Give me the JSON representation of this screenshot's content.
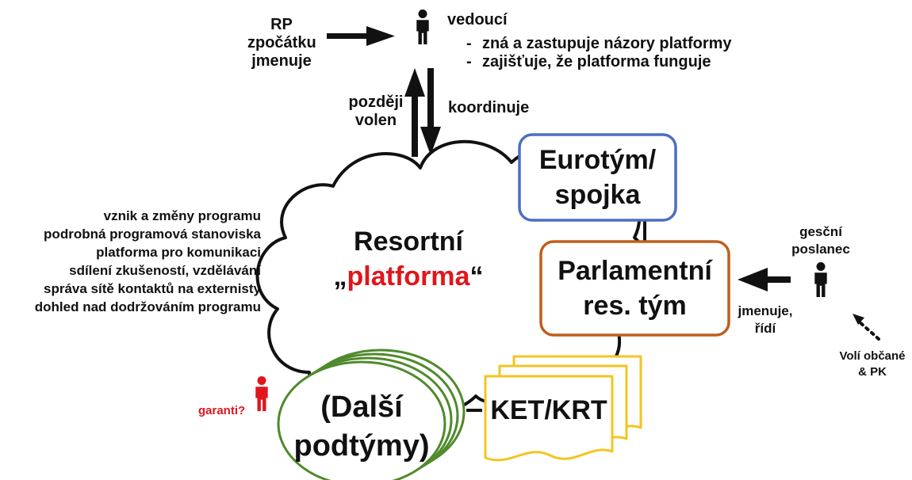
{
  "colors": {
    "eurotym_border": "#4a6fc0",
    "parlament_border": "#bf5e1b",
    "podtymy_border": "#4f8a2b",
    "ket_border": "#f3c521",
    "highlight_red": "#e0161c",
    "person_black": "#111111",
    "person_red": "#e0161c"
  },
  "icons": [
    "person-icon",
    "arrow-right-icon",
    "arrow-up-icon",
    "arrow-down-icon",
    "arrow-left-icon",
    "dotted-arrow-icon"
  ],
  "top": {
    "rp_lines": [
      "RP",
      "zpočátku",
      "jmenuje"
    ],
    "leader_title": "vedoucí",
    "leader_duties": [
      "zná a zastupuje názory platformy",
      "zajišťuje, že platforma funguje"
    ],
    "later_lines": [
      "později",
      "volen"
    ],
    "coordinates": "koordinuje"
  },
  "platform": {
    "line1": "Resortní",
    "quote_open": "„",
    "highlight": "platforma",
    "quote_close": "“",
    "functions": [
      "vznik a změny programu",
      "podrobná programová stanoviska",
      "platforma pro komunikaci",
      "sdílení zkušeností, vzdělávání",
      "správa sítě kontaktů na externisty",
      "dohled nad dodržováním programu"
    ]
  },
  "eurotym": {
    "lines": [
      "Eurotým/",
      "spojka"
    ]
  },
  "parlament": {
    "lines": [
      "Parlamentní",
      "res. tým"
    ]
  },
  "mp": {
    "label_lines": [
      "gesční",
      "poslanec"
    ],
    "action_lines": [
      "jmenuje,",
      "řídí"
    ],
    "elected_lines": [
      "Volí občané",
      "& PK"
    ]
  },
  "podtymy": {
    "lines": [
      "(Další",
      "podtýmy)"
    ],
    "guarantors": "garanti?"
  },
  "ket": {
    "label": "KET/KRT"
  }
}
